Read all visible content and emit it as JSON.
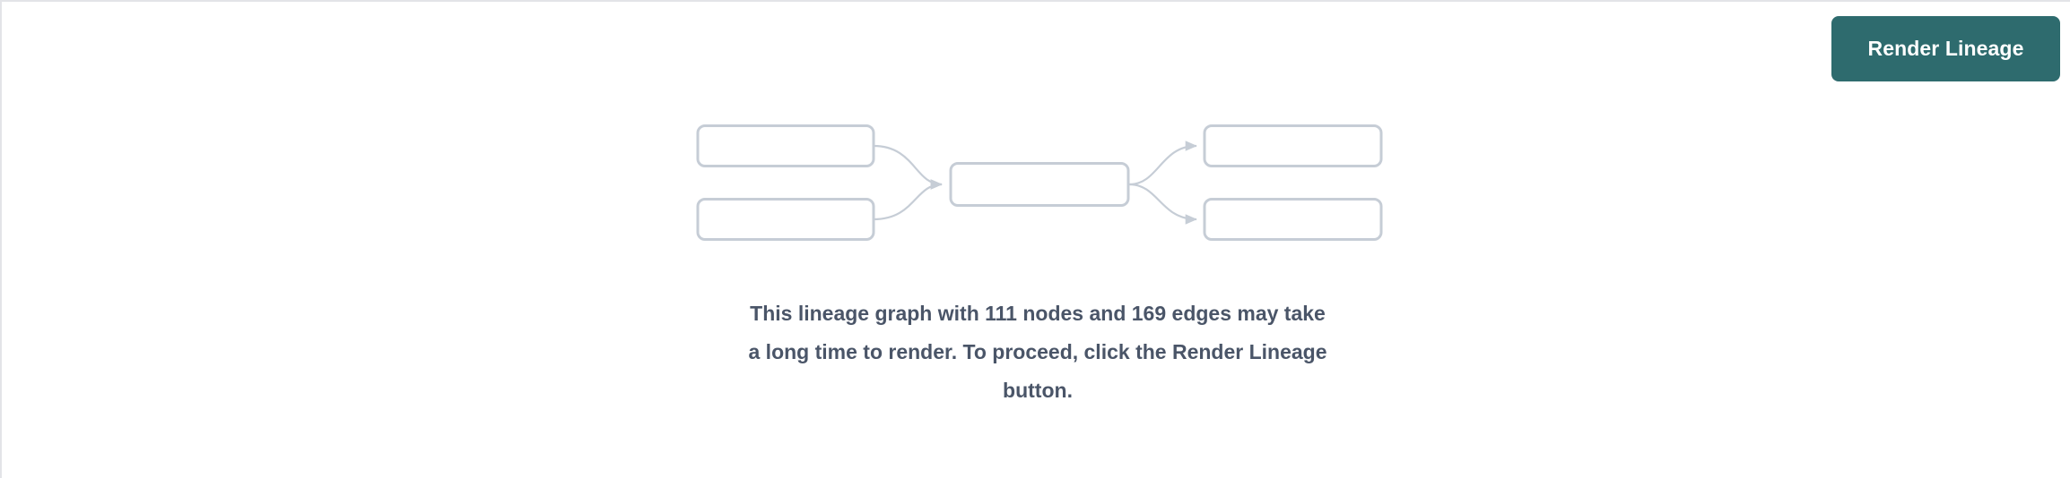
{
  "panel": {
    "name": "lineage-graph-placeholder-panel",
    "background_color": "#ffffff",
    "border_color": "#e3e4e8"
  },
  "toolbar": {
    "render_lineage_label": "Render Lineage",
    "button_color": "#2e6b6e",
    "button_text_color": "#ffffff"
  },
  "message": {
    "full_text": "This lineage graph with 111 nodes and 169 edges may take a long time to render. To proceed, click the Render Lineage button.",
    "line1": "This lineage graph with 111 nodes and 169 edges may take",
    "line2": "a long time to render. To proceed, click the Render Lineage",
    "line3": "button.",
    "node_count": "111",
    "edge_count": "169",
    "text_color": "#4a5568"
  },
  "graph_placeholder": {
    "node_border_color": "#c6cdd6",
    "node_fill_color": "#ffffff",
    "edge_color": "#c6cdd6",
    "nodes": [
      {
        "id": "source-1",
        "label": "",
        "column": "left",
        "position": "top"
      },
      {
        "id": "source-2",
        "label": "",
        "column": "left",
        "position": "bottom"
      },
      {
        "id": "center-1",
        "label": "",
        "column": "center",
        "position": "middle"
      },
      {
        "id": "target-1",
        "label": "",
        "column": "right",
        "position": "top"
      },
      {
        "id": "target-2",
        "label": "",
        "column": "right",
        "position": "bottom"
      }
    ],
    "edges": [
      {
        "from": "source-1",
        "to": "center-1"
      },
      {
        "from": "source-2",
        "to": "center-1"
      },
      {
        "from": "center-1",
        "to": "target-1"
      },
      {
        "from": "center-1",
        "to": "target-2"
      }
    ]
  }
}
